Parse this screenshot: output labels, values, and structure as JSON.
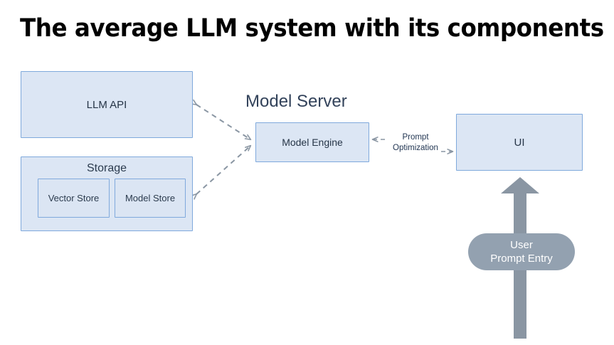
{
  "page": {
    "title": "The average LLM system with its components",
    "background_color": "#ffffff"
  },
  "colors": {
    "box_fill": "#dce6f4",
    "box_border": "#7fa9dc",
    "box_text": "#263547",
    "arrow_gray": "#8a96a3",
    "pill_fill": "#93a1b0",
    "pill_text": "#ffffff",
    "heading_text": "#32425a",
    "title_text": "#000000"
  },
  "nodes": {
    "llm_api": {
      "label": "LLM API"
    },
    "storage": {
      "label": "Storage"
    },
    "vector_store": {
      "label": "Vector Store"
    },
    "model_store": {
      "label": "Model Store"
    },
    "model_server": {
      "label": "Model Server"
    },
    "model_engine": {
      "label": "Model Engine"
    },
    "ui": {
      "label": "UI"
    },
    "user_prompt_entry": {
      "line1": "User",
      "line2": "Prompt Entry"
    }
  },
  "edges": {
    "llm_api_to_model_engine": {
      "label": "",
      "style": "dashed",
      "arrows": "both"
    },
    "model_store_to_model_engine": {
      "label": "",
      "style": "dashed",
      "arrows": "both"
    },
    "model_engine_to_ui": {
      "label_line1": "Prompt",
      "label_line2": "Optimization",
      "style": "dashed",
      "arrows": "both"
    },
    "user_to_ui": {
      "label": "",
      "style": "solid-block",
      "arrows": "up"
    }
  }
}
